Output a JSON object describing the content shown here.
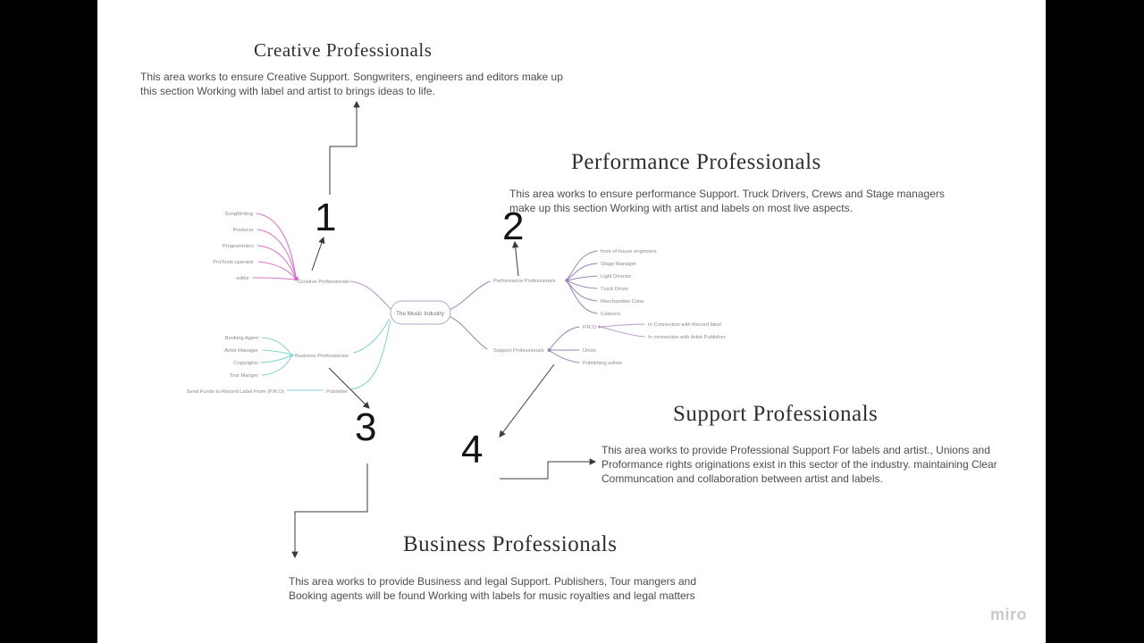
{
  "watermark": "miro",
  "colors": {
    "pink": "#dd66c6",
    "teal": "#7fd3cc",
    "purple": "#9b82ba",
    "lilac": "#bb95cc",
    "arrow": "#3a3a3a",
    "root_border": "#b3a6c4"
  },
  "sections": {
    "creative": {
      "number": "1",
      "title": "Creative Professionals",
      "lines": [
        "This area works to ensure Creative Support. Songwriters, engineers and editors make up",
        "this section Working with label and artist to brings ideas to life."
      ]
    },
    "performance": {
      "number": "2",
      "title": "Performance Professionals",
      "lines": [
        "This area works to ensure performance Support. Truck Drivers, Crews and Stage managers",
        "make up this section Working with artist and labels on most live aspects."
      ]
    },
    "business": {
      "number": "3",
      "title": "Business Professionals",
      "lines": [
        "This area works to provide Business and legal Support. Publishers, Tour mangers and",
        "Booking agents will be found Working with labels for music royalties and legal matters"
      ]
    },
    "support": {
      "number": "4",
      "title": "Support Professionals",
      "lines": [
        "This area works to provide Professional Support For labels and artist., Unions and",
        "Proformance rights originations exist in this sector of the industry. maintaining Clear",
        "Communcation and collaboration between artist and labels."
      ]
    }
  },
  "mindmap": {
    "root_label": "The Music Industry",
    "creative": {
      "label": "Creative Professionals",
      "children": [
        "SongWriting",
        "Producer",
        "Programmers",
        "ProTools operator",
        "editor"
      ]
    },
    "business": {
      "label": "Business Professionals",
      "children": [
        "Booking Agent",
        "Artist Manager",
        "Copyrights",
        "Tour Manger"
      ],
      "publisher_label": "Publisher",
      "publisher_source": "Send Funds to Record Label From (P.R.O)"
    },
    "performance": {
      "label": "Performance Professionals",
      "children": [
        "front of house engineers",
        "Stage Manager",
        "Light Director",
        "Truck Driver",
        "Merchandise Crew",
        "Caterers"
      ]
    },
    "support": {
      "label": "Support Professionals",
      "children": [
        "P.R.O",
        "Union",
        "Publishing admin"
      ],
      "pro_children": [
        "In Connection with Record label",
        "In connection with Artist Publisher"
      ]
    }
  }
}
